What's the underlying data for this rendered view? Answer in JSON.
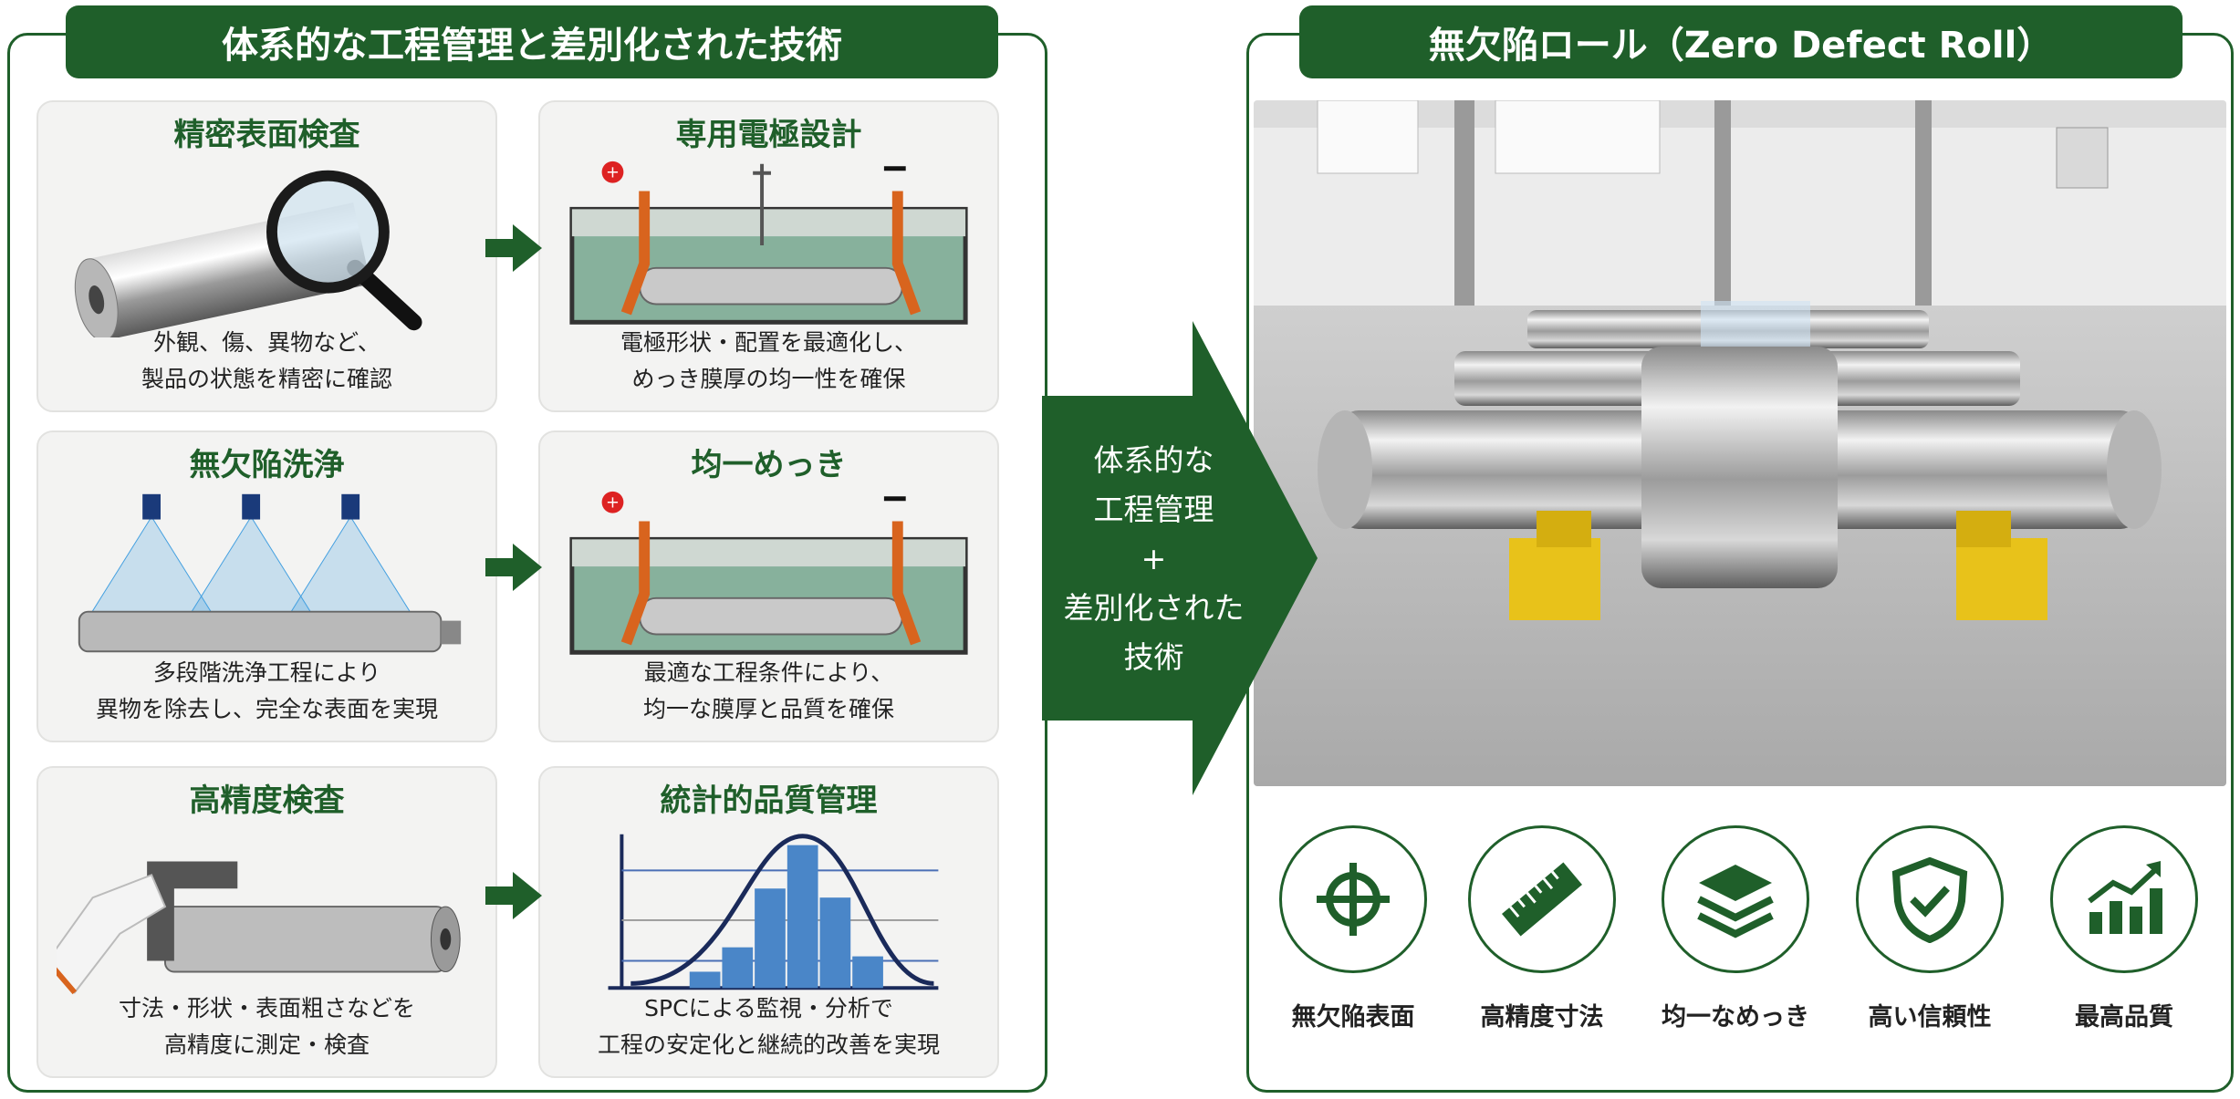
{
  "left_panel": {
    "title": "体系的な工程管理と差別化された技術",
    "cards": [
      {
        "title": "精密表面検査",
        "desc": [
          "外観、傷、異物など、",
          "製品の状態を精密に確認"
        ]
      },
      {
        "title": "専用電極設計",
        "desc": [
          "電極形状・配置を最適化し、",
          "めっき膜厚の均一性を確保"
        ]
      },
      {
        "title": "無欠陥洗浄",
        "desc": [
          "多段階洗浄工程により",
          "異物を除去し、完全な表面を実現"
        ]
      },
      {
        "title": "均一めっき",
        "desc": [
          "最適な工程条件により、",
          "均一な膜厚と品質を確保"
        ]
      },
      {
        "title": "高精度検査",
        "desc": [
          "寸法・形状・表面粗さなどを",
          "高精度に測定・検査"
        ]
      },
      {
        "title": "統計的品質管理",
        "desc": [
          "SPCによる監視・分析で",
          "工程の安定化と継続的改善を実現"
        ]
      }
    ]
  },
  "arrow": {
    "lines": [
      "体系的な",
      "工程管理",
      "+",
      "差別化された",
      "技術"
    ]
  },
  "right_panel": {
    "title": "無欠陥ロール（Zero Defect Roll）",
    "features": [
      {
        "label": "無欠陥表面",
        "icon": "crosshair-icon"
      },
      {
        "label": "高精度寸法",
        "icon": "ruler-icon"
      },
      {
        "label": "均一なめっき",
        "icon": "layers-icon"
      },
      {
        "label": "高い信頼性",
        "icon": "shield-check-icon"
      },
      {
        "label": "最高品質",
        "icon": "growth-chart-icon"
      }
    ]
  },
  "colors": {
    "brand_green": "#1f5f2a",
    "accent_orange": "#d8641e",
    "chart_blue": "#4a86c8",
    "support_yellow": "#e8c21a"
  }
}
